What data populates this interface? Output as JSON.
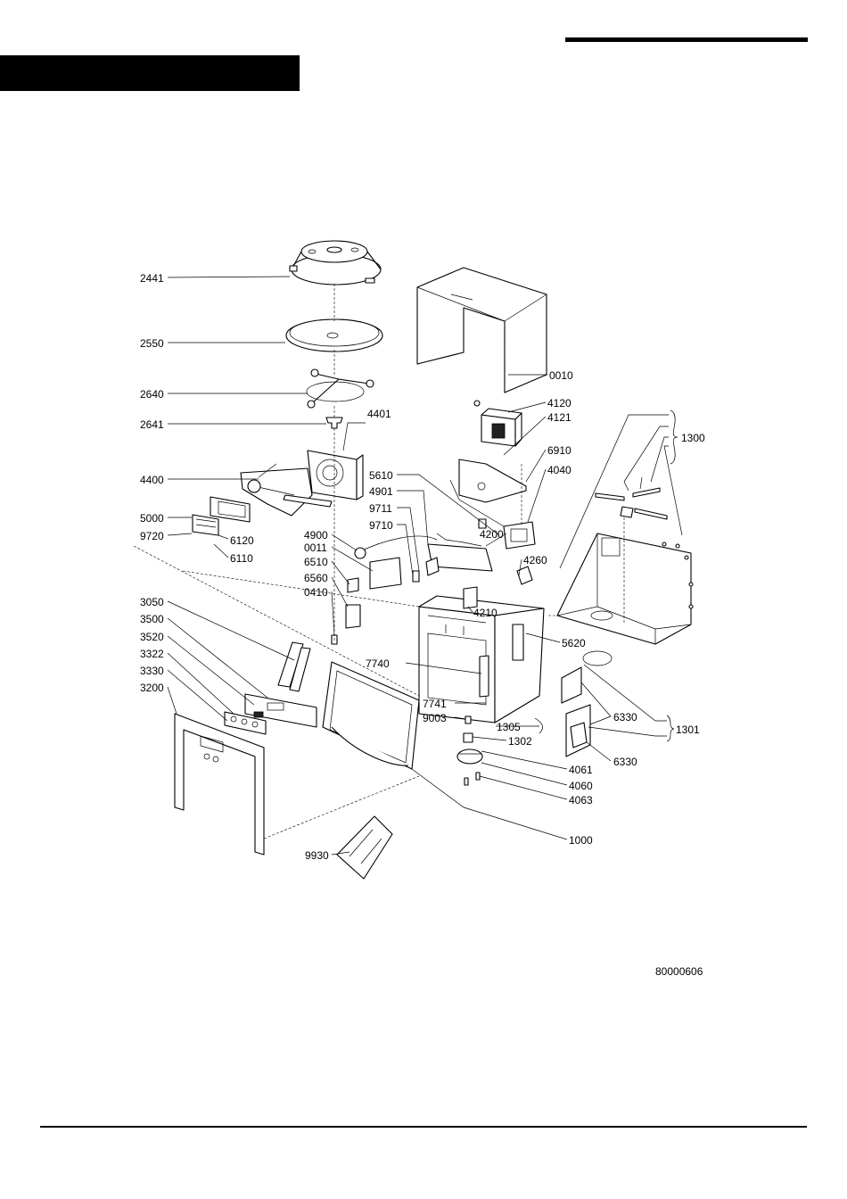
{
  "parts": [
    {
      "id": "2441",
      "label": "2441"
    },
    {
      "id": "2550",
      "label": "2550"
    },
    {
      "id": "2640",
      "label": "2640"
    },
    {
      "id": "2641",
      "label": "2641"
    },
    {
      "id": "4401",
      "label": "4401"
    },
    {
      "id": "4400",
      "label": "4400"
    },
    {
      "id": "5000",
      "label": "5000"
    },
    {
      "id": "9720",
      "label": "9720"
    },
    {
      "id": "6120",
      "label": "6120"
    },
    {
      "id": "6110",
      "label": "6110"
    },
    {
      "id": "4900",
      "label": "4900"
    },
    {
      "id": "0011",
      "label": "0011"
    },
    {
      "id": "6510",
      "label": "6510"
    },
    {
      "id": "6560",
      "label": "6560"
    },
    {
      "id": "0410",
      "label": "0410"
    },
    {
      "id": "3050",
      "label": "3050"
    },
    {
      "id": "3500",
      "label": "3500"
    },
    {
      "id": "3520",
      "label": "3520"
    },
    {
      "id": "3322",
      "label": "3322"
    },
    {
      "id": "3330",
      "label": "3330"
    },
    {
      "id": "3200",
      "label": "3200"
    },
    {
      "id": "9930",
      "label": "9930"
    },
    {
      "id": "0010",
      "label": "0010"
    },
    {
      "id": "4120",
      "label": "4120"
    },
    {
      "id": "4121",
      "label": "4121"
    },
    {
      "id": "1300",
      "label": "1300"
    },
    {
      "id": "6910",
      "label": "6910"
    },
    {
      "id": "4040",
      "label": "4040"
    },
    {
      "id": "5610",
      "label": "5610"
    },
    {
      "id": "4901",
      "label": "4901"
    },
    {
      "id": "9711",
      "label": "9711"
    },
    {
      "id": "9710",
      "label": "9710"
    },
    {
      "id": "4200",
      "label": "4200"
    },
    {
      "id": "4260",
      "label": "4260"
    },
    {
      "id": "4210",
      "label": "4210"
    },
    {
      "id": "5620",
      "label": "5620"
    },
    {
      "id": "7740",
      "label": "7740"
    },
    {
      "id": "7741",
      "label": "7741"
    },
    {
      "id": "9003",
      "label": "9003"
    },
    {
      "id": "1305",
      "label": "1305"
    },
    {
      "id": "1302",
      "label": "1302"
    },
    {
      "id": "6330a",
      "label": "6330"
    },
    {
      "id": "6330b",
      "label": "6330"
    },
    {
      "id": "1301",
      "label": "1301"
    },
    {
      "id": "4061",
      "label": "4061"
    },
    {
      "id": "4060",
      "label": "4060"
    },
    {
      "id": "4063",
      "label": "4063"
    },
    {
      "id": "1000",
      "label": "1000"
    }
  ],
  "drawing_number": "80000606"
}
